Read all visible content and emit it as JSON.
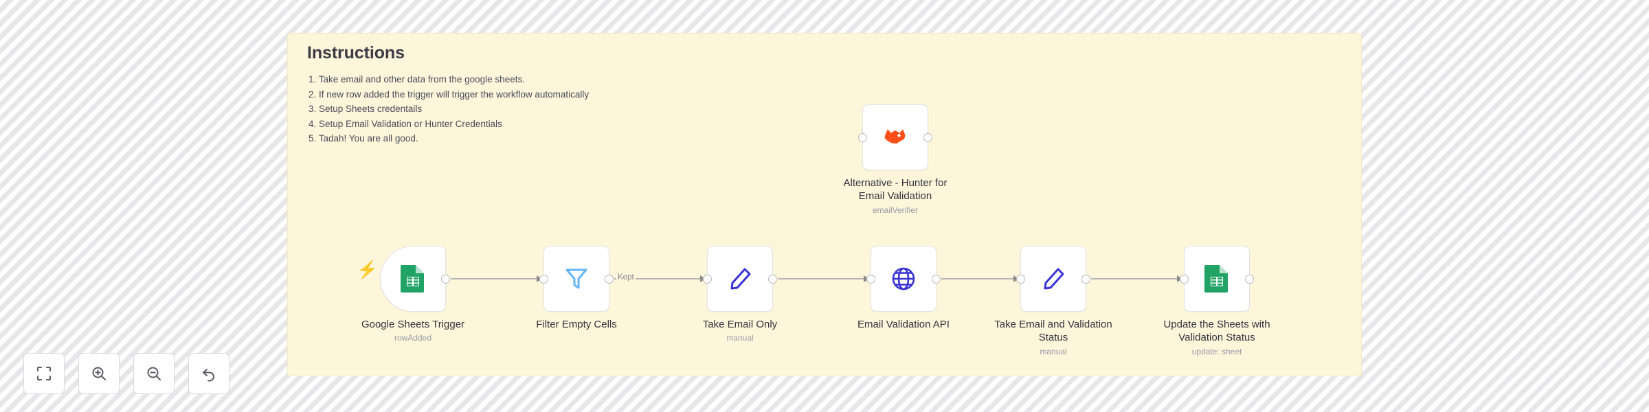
{
  "sticky": {
    "title": "Instructions",
    "lines": [
      "1. Take email and other data from the google sheets.",
      "2. If new row added the trigger will trigger the workflow automatically",
      "3. Setup Sheets credentails",
      "4. Setup Email Validation or Hunter Credentials",
      "5. Tadah! You are all good."
    ],
    "bg_color": "#fdf6db"
  },
  "nodes": {
    "hunter": {
      "label": "Alternative - Hunter for Email Validation",
      "subtitle": "emailVerifier",
      "icon": "hunter-fox-icon",
      "color": "#ff4f18"
    },
    "sheets_trigger": {
      "label": "Google Sheets Trigger",
      "subtitle": "rowAdded",
      "icon": "google-sheets-icon",
      "color": "#21a366"
    },
    "filter": {
      "label": "Filter Empty Cells",
      "subtitle": "",
      "icon": "funnel-filter-icon",
      "color": "#64b5f6"
    },
    "take_email": {
      "label": "Take Email Only",
      "subtitle": "manual",
      "icon": "pencil-edit-icon",
      "color": "#3832d6"
    },
    "validation_api": {
      "label": "Email Validation API",
      "subtitle": "",
      "icon": "globe-http-icon",
      "color": "#3832d6"
    },
    "take_status": {
      "label": "Take Email and Validation Status",
      "subtitle": "manual",
      "icon": "pencil-edit-icon",
      "color": "#3832d6"
    },
    "update_sheets": {
      "label": "Update the Sheets with Validation Status",
      "subtitle": "update: sheet",
      "icon": "google-sheets-icon",
      "color": "#21a366"
    }
  },
  "connections": {
    "kept_label": "Kept"
  },
  "controls": {
    "fit": "fit-to-view",
    "zoom_in": "zoom-in",
    "zoom_out": "zoom-out",
    "reset": "reset-zoom"
  }
}
